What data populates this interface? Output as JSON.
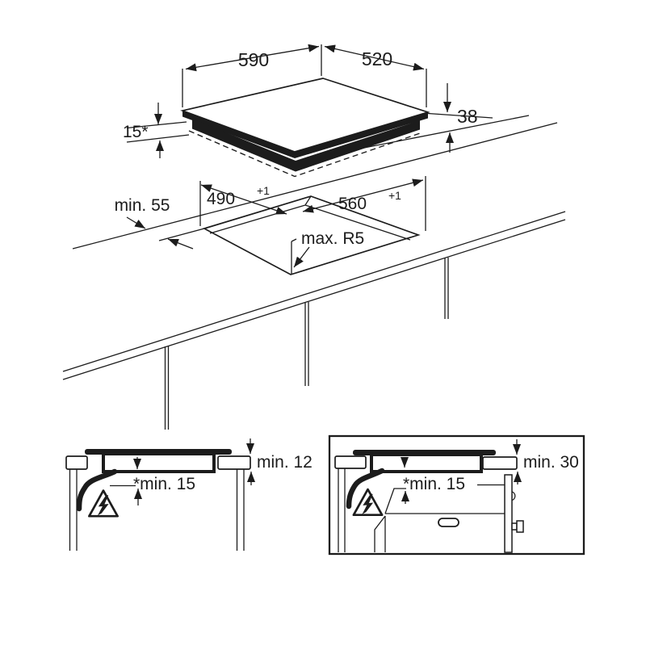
{
  "diagram": {
    "title_semantic": "hob-installation-dimensions",
    "line_color": "#1c1c1c",
    "background": "#ffffff",
    "top_view": {
      "width_label": "590",
      "depth_label": "520",
      "height_label": "38",
      "profile_height_label": "15*"
    },
    "cutout_view": {
      "edge_distance_label": "min. 55",
      "cutout_depth_label": "490",
      "cutout_depth_tolerance": "+1",
      "cutout_width_label": "560",
      "cutout_width_tolerance": "+1",
      "corner_radius_label": "max. R5"
    },
    "section_drawer": {
      "counter_thickness_label": "min. 12",
      "clearance_label": "*min. 15",
      "hazard_icon": "electrical-hazard-triangle"
    },
    "section_oven": {
      "counter_thickness_label": "min. 30",
      "clearance_label": "*min. 15",
      "hazard_icon": "electrical-hazard-triangle"
    }
  }
}
